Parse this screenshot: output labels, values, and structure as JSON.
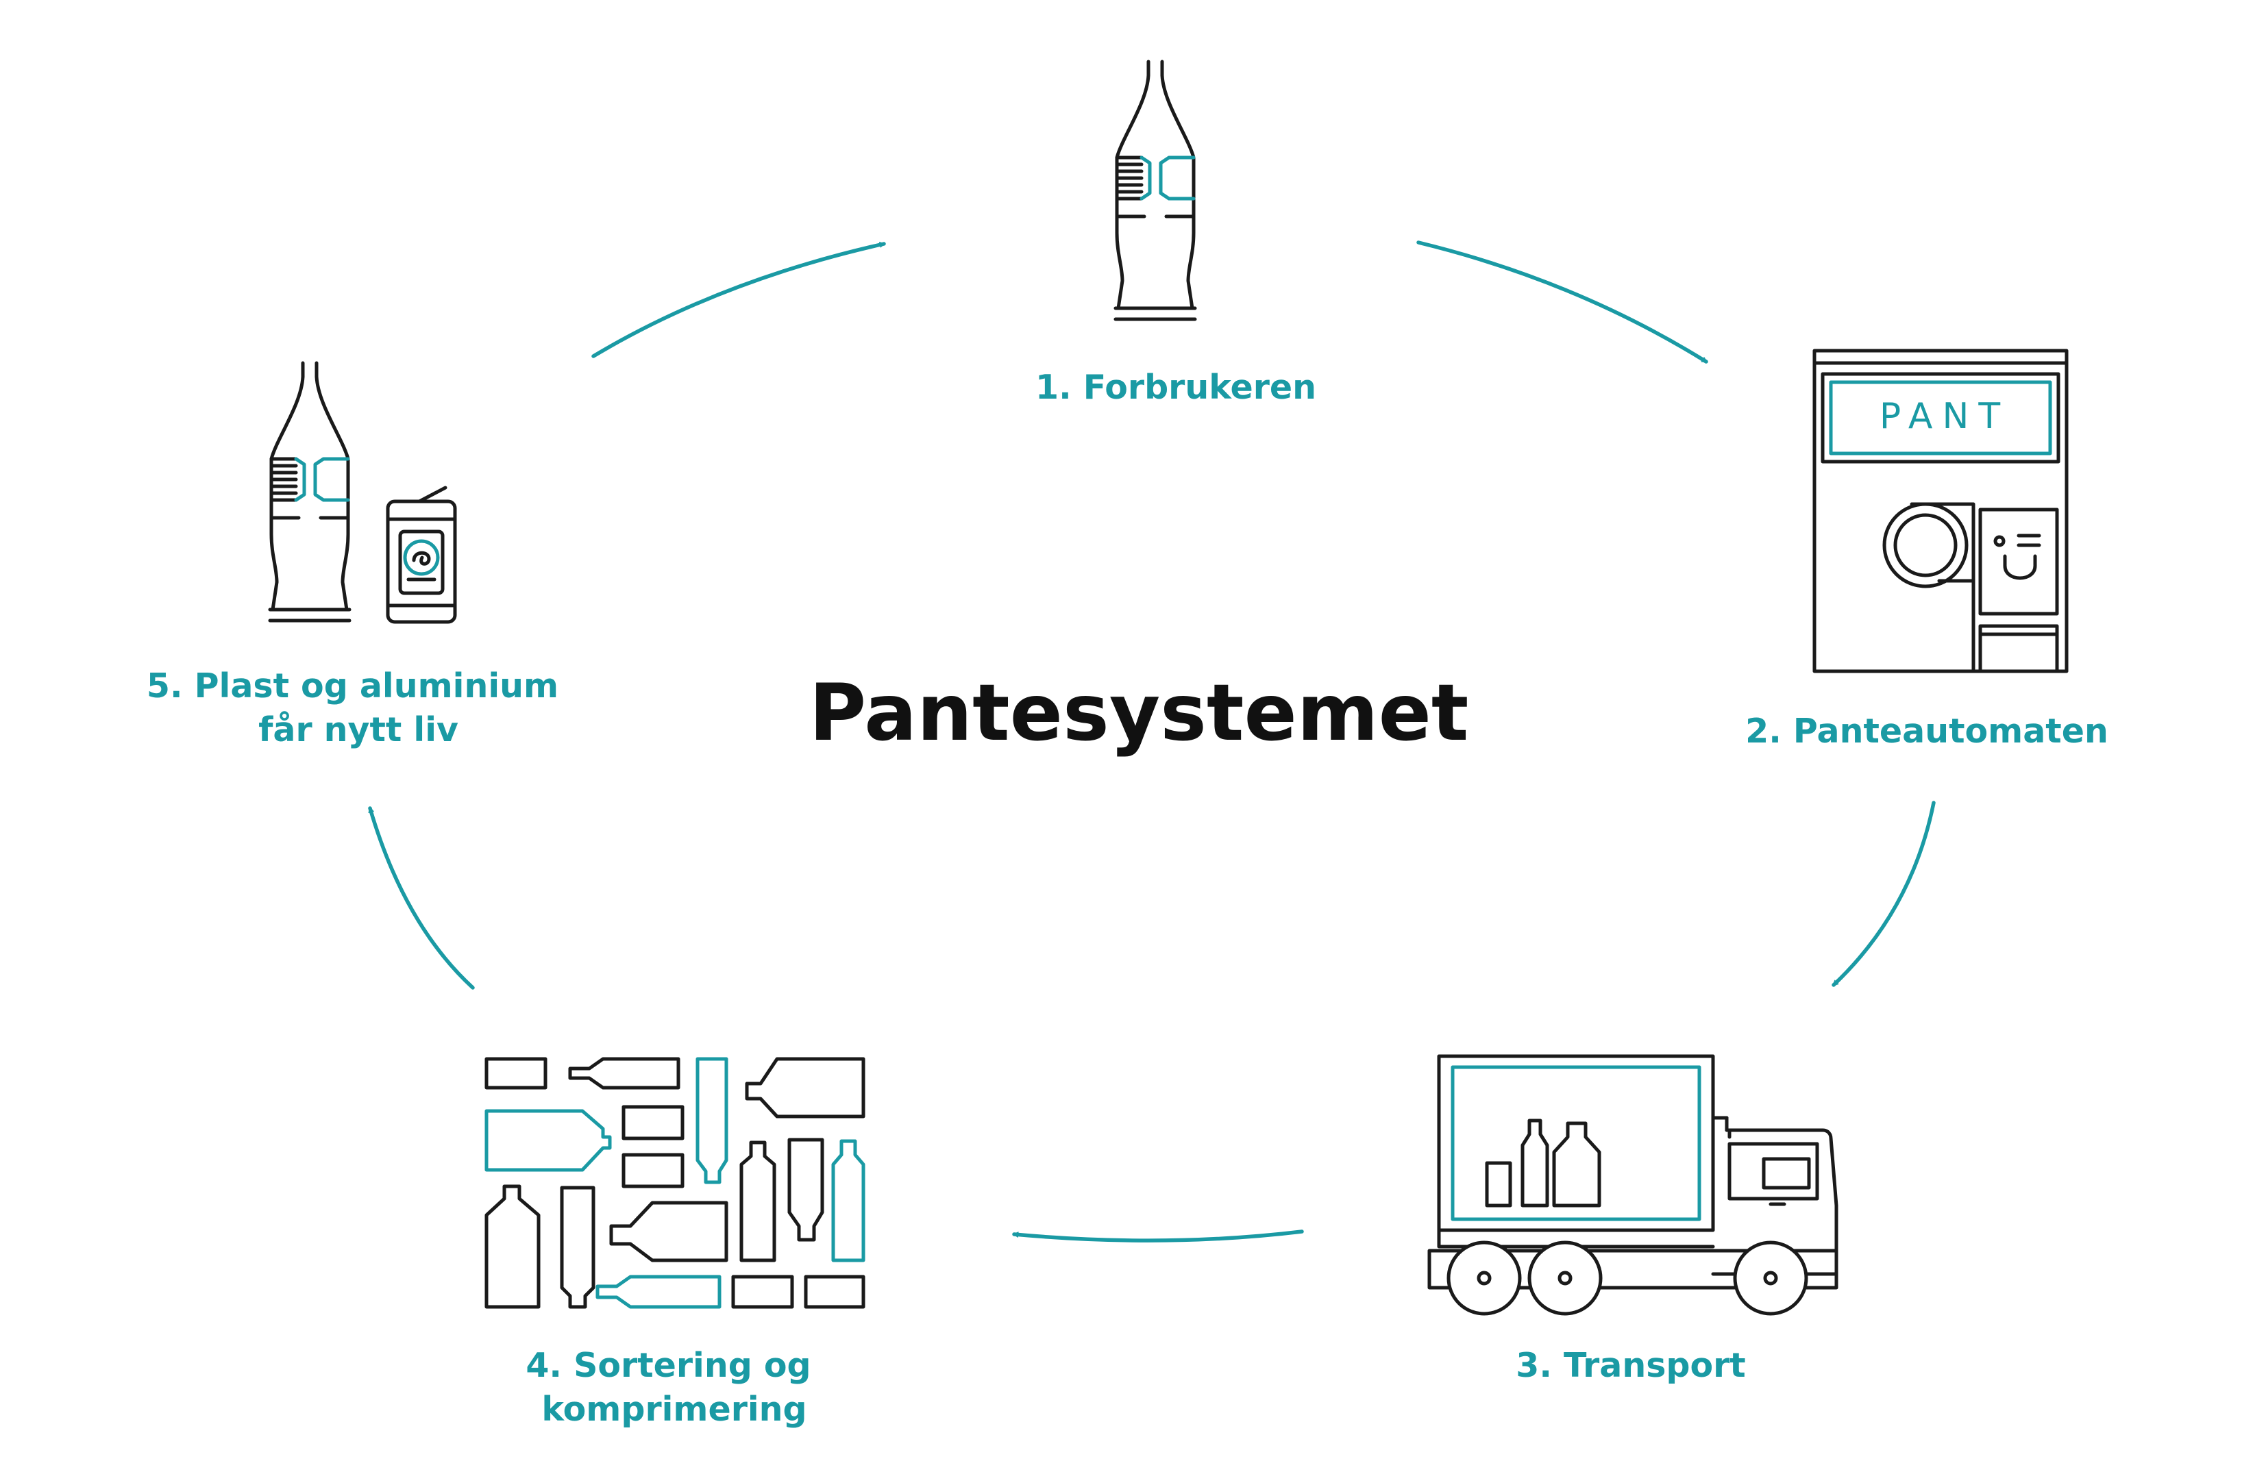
{
  "title": "Pantesystemet",
  "machine_label": "PANT",
  "steps": [
    {
      "label_lines": [
        "1. Forbrukeren"
      ]
    },
    {
      "label_lines": [
        "2. Panteautomaten"
      ]
    },
    {
      "label_lines": [
        "3. Transport"
      ]
    },
    {
      "label_lines": [
        "4. Sortering og",
        "komprimering"
      ]
    },
    {
      "label_lines": [
        "5. Plast og aluminium",
        "får nytt liv"
      ]
    }
  ],
  "icons": [
    "bottle-icon",
    "reverse-vending-machine-icon",
    "truck-icon",
    "compressed-packaging-icon",
    "bottle-and-can-icon"
  ],
  "colors": {
    "accent": "#1a9aa4",
    "line": "#1a1a1a",
    "background": "#ffffff"
  }
}
